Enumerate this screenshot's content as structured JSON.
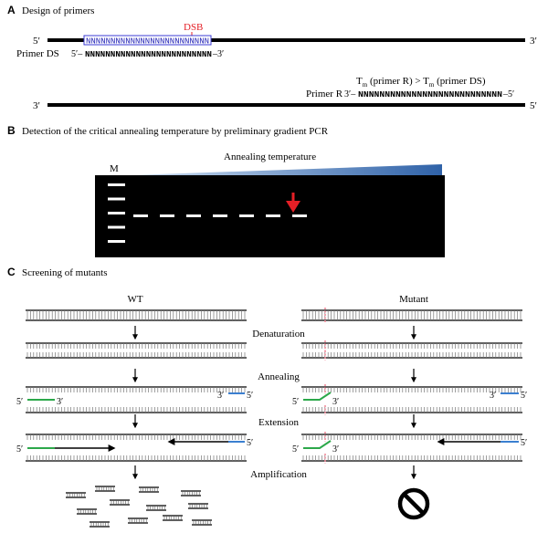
{
  "panel_a": {
    "letter": "A",
    "title": "Design of primers",
    "dsb_label": "DSB",
    "top_strand": {
      "left_end": "5′",
      "right_end": "3′",
      "target_sequence": "NNNNNNNNNNNNNNNNNNNNNNNNN"
    },
    "primer_ds": {
      "label": "Primer DS",
      "prefix": "5′–",
      "sequence": "NNNNNNNNNNNNNNNNNNNNNNNNN",
      "suffix": "–3′"
    },
    "tm_note": {
      "t": "T",
      "sub": "m",
      "left": " (primer R) > T",
      "sub2": "m",
      "right": " (primer DS)"
    },
    "primer_r": {
      "label": "Primer R",
      "prefix": "3′–",
      "sequence": "NNNNNNNNNNNNNNNNNNNNNNNNNNN",
      "suffix": "–5′"
    },
    "bottom_strand": {
      "left_end": "3′",
      "right_end": "5′"
    }
  },
  "panel_b": {
    "letter": "B",
    "title": "Detection of the critical annealing temperature by preliminary gradient PCR",
    "gradient_label": "Annealing temperature",
    "marker_label": "M",
    "marker_bands": 5,
    "lane_bands": 7,
    "arrow_lane": 7,
    "colors": {
      "gel": "#000000",
      "band": "#ffffff",
      "gradient": "#3a6fb0",
      "arrow": "#e41f26"
    }
  },
  "panel_c": {
    "letter": "C",
    "title": "Screening of mutants",
    "wt_label": "WT",
    "mutant_label": "Mutant",
    "steps": [
      "Denaturation",
      "Annealing",
      "Extension",
      "Amplification"
    ],
    "prime_5": "5′",
    "prime_3": "3′",
    "colors": {
      "forward_primer": "#2ca84a",
      "reverse_primer": "#3b7fd0",
      "mutation": "#f28b9b",
      "strand": "#000000"
    }
  }
}
